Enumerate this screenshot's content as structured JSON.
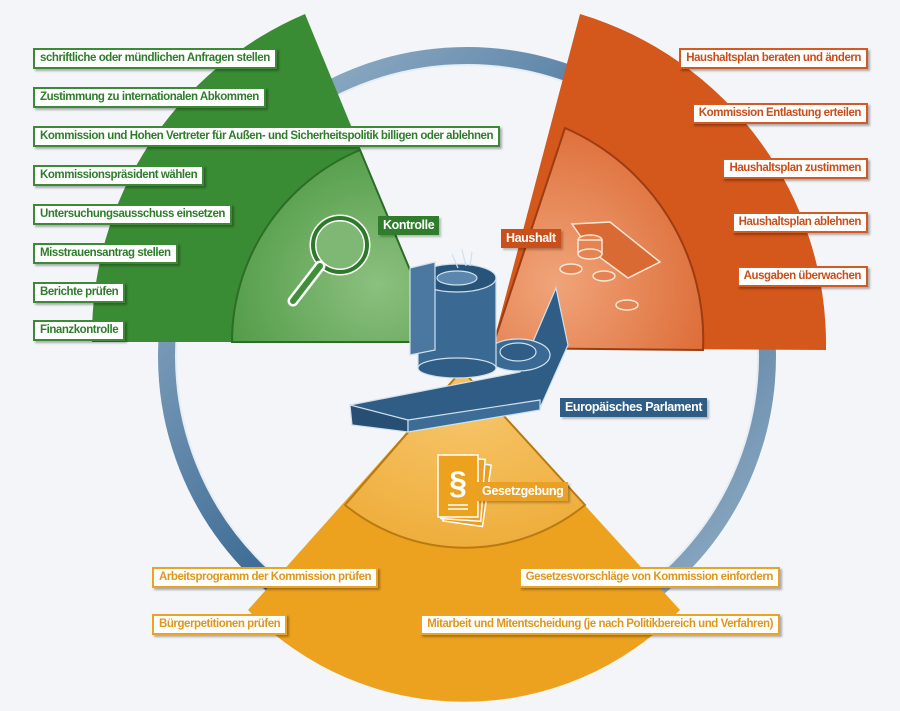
{
  "colors": {
    "control": "#3c8d35",
    "budget": "#d45a1c",
    "legislation": "#eda21f",
    "parliament": "#2f5d86",
    "ring": "#4f7aa0"
  },
  "parliament_label": "Europäisches Parlament",
  "control": {
    "title": "Kontrolle",
    "icon": "magnifier-icon",
    "items": [
      "schriftliche oder mündlichen Anfragen stellen",
      "Zustimmung zu internationalen Abkommen",
      "Kommission und Hohen Vertreter für Außen- und Sicherheitspolitik billigen oder ablehnen",
      "Kommissionspräsident wählen",
      "Untersuchungsausschuss einsetzen",
      "Misstrauensantrag stellen",
      "Berichte prüfen",
      "Finanzkontrolle"
    ]
  },
  "budget": {
    "title": "Haushalt",
    "icon": "money-coins-icon",
    "items": [
      "Haushaltsplan beraten und ändern",
      "Kommission Entlastung erteilen",
      "Haushaltsplan zustimmen",
      "Haushaltsplan ablehnen",
      "Ausgaben überwachen"
    ]
  },
  "legislation": {
    "title": "Gesetzgebung",
    "icon": "paragraph-document-icon",
    "items": [
      "Arbeitsprogramm der Kommission prüfen",
      "Gesetzesvorschläge von Kommission einfordern",
      "Bürgerpetitionen prüfen",
      "Mitarbeit und Mitentscheidung (je nach Politikbereich und Verfahren)"
    ]
  }
}
